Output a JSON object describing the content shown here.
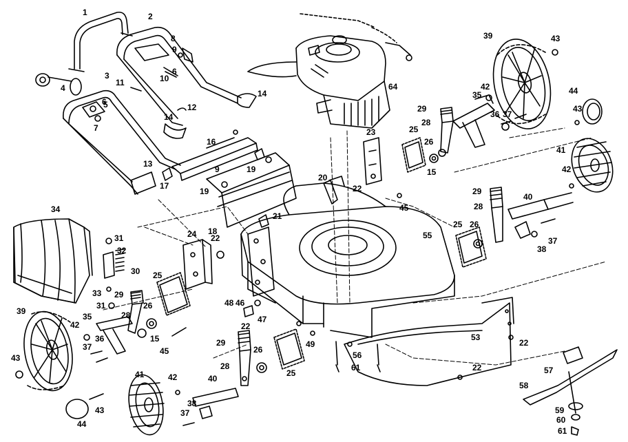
{
  "diagram": {
    "labels": [
      "1",
      "2",
      "3",
      "4",
      "5",
      "6",
      "7",
      "8",
      "9",
      "10",
      "11",
      "12",
      "13",
      "14",
      "15",
      "16",
      "17",
      "18",
      "19",
      "20",
      "21",
      "22",
      "23",
      "24",
      "25",
      "26",
      "28",
      "29",
      "30",
      "31",
      "32",
      "33",
      "34",
      "35",
      "36",
      "37",
      "38",
      "39",
      "40",
      "41",
      "42",
      "43",
      "44",
      "45",
      "46",
      "47",
      "48",
      "49",
      "53",
      "55",
      "56",
      "57",
      "58",
      "59",
      "60",
      "61",
      "64"
    ]
  }
}
